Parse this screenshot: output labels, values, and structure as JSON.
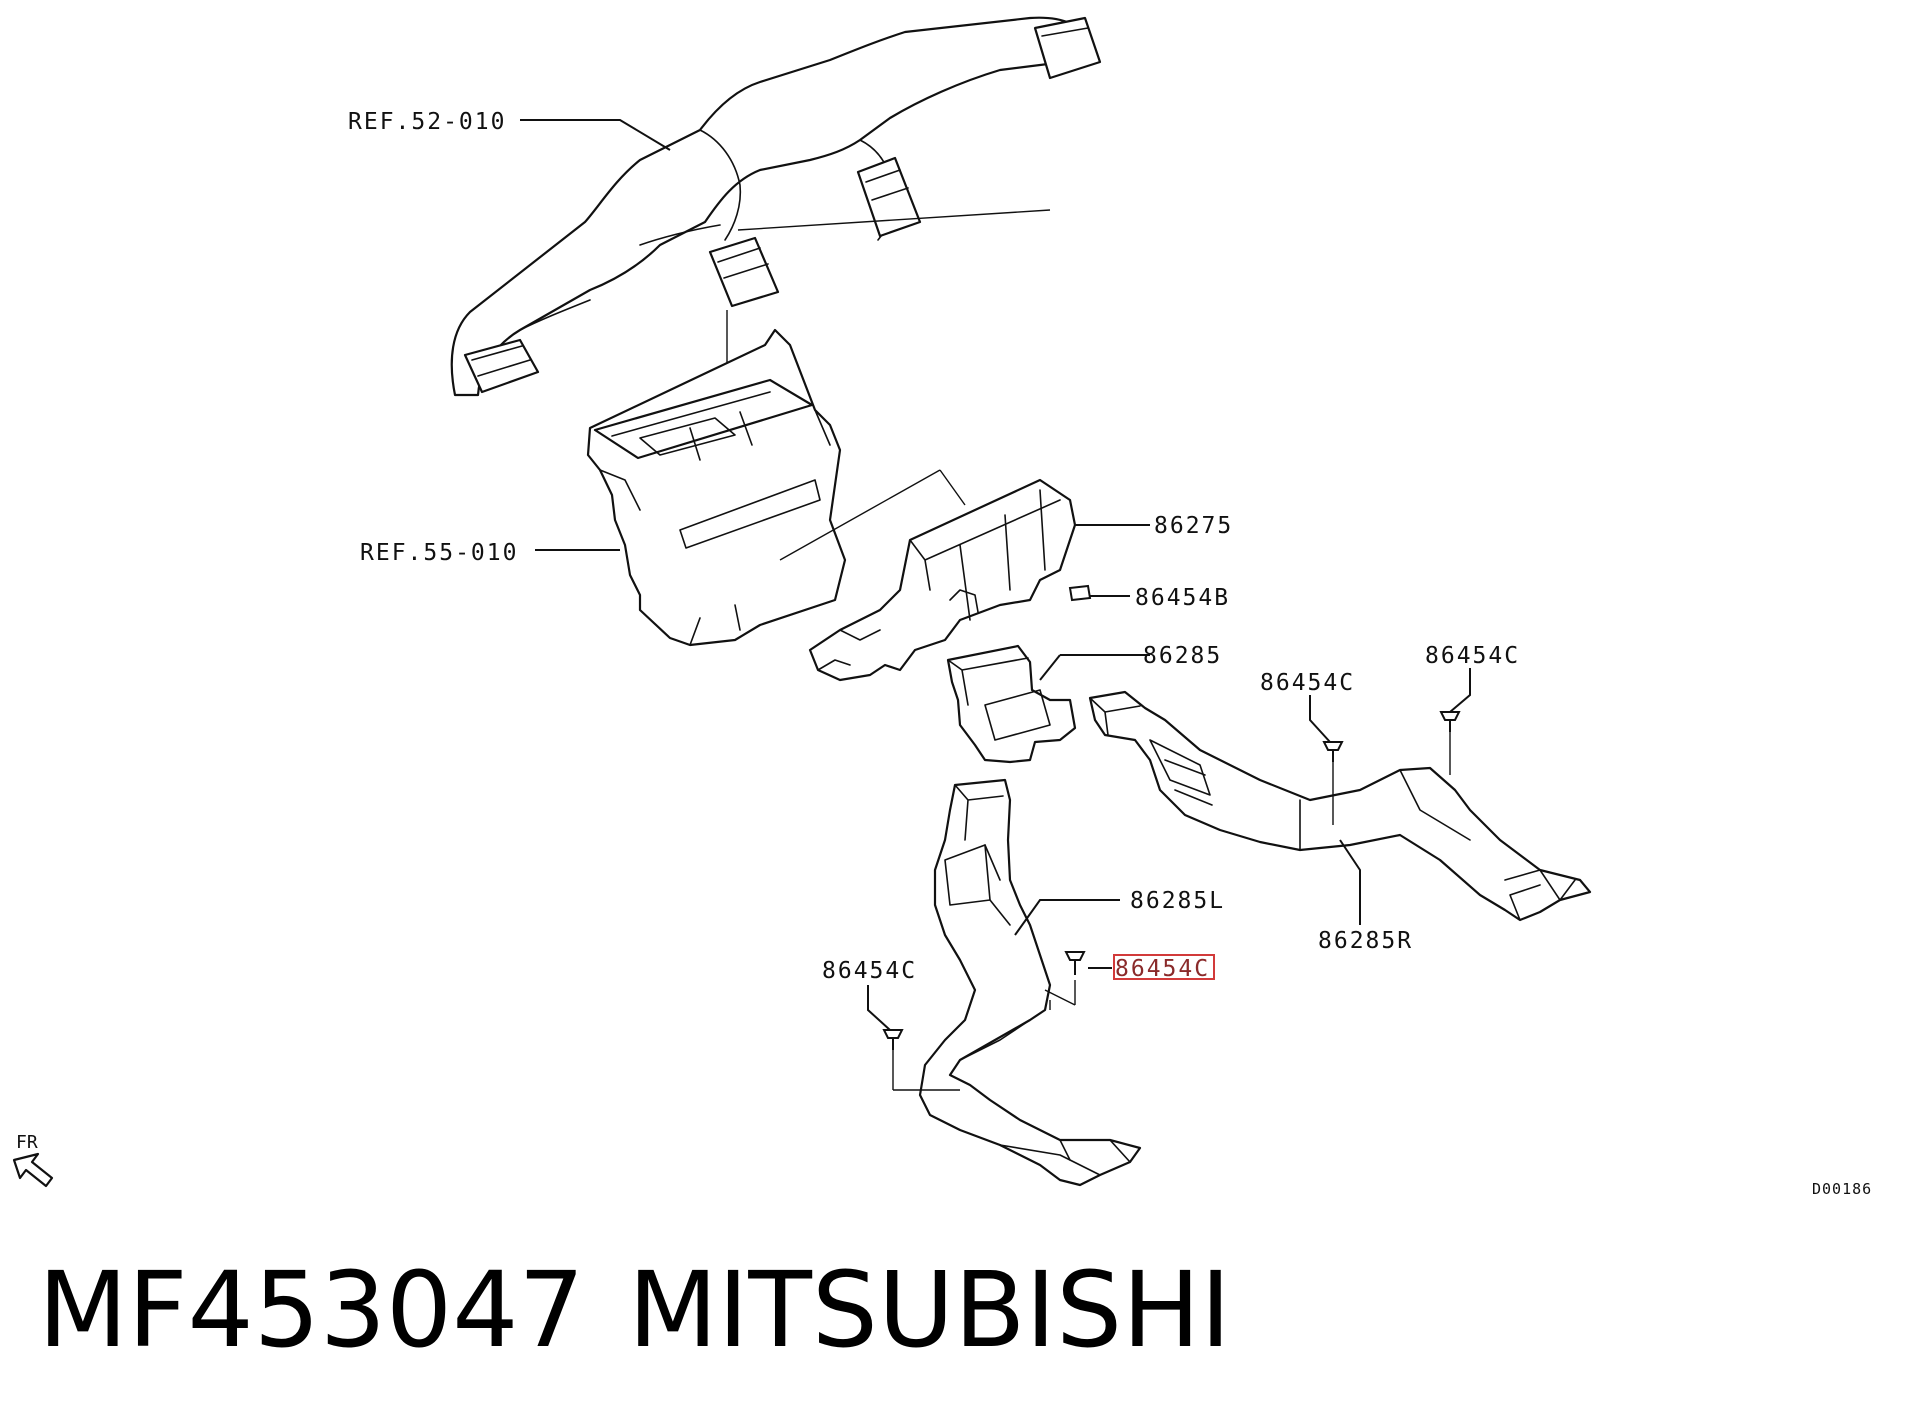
{
  "callouts": {
    "ref_52_010": "REF.52-010",
    "ref_55_010": "REF.55-010",
    "p86275": "86275",
    "p86454b": "86454B",
    "p86285": "86285",
    "p86454c_center": "86454C",
    "p86454c_right": "86454C",
    "p86285l": "86285L",
    "p86285r": "86285R",
    "p86454c_left": "86454C",
    "p86454c_highlight": "86454C"
  },
  "fr_label": "FR",
  "diagram_code": "D00186",
  "footer": {
    "part_number": "MF453047",
    "brand": "MITSUBISHI"
  },
  "colors": {
    "line": "#111111",
    "highlight": "#d23a3a"
  }
}
